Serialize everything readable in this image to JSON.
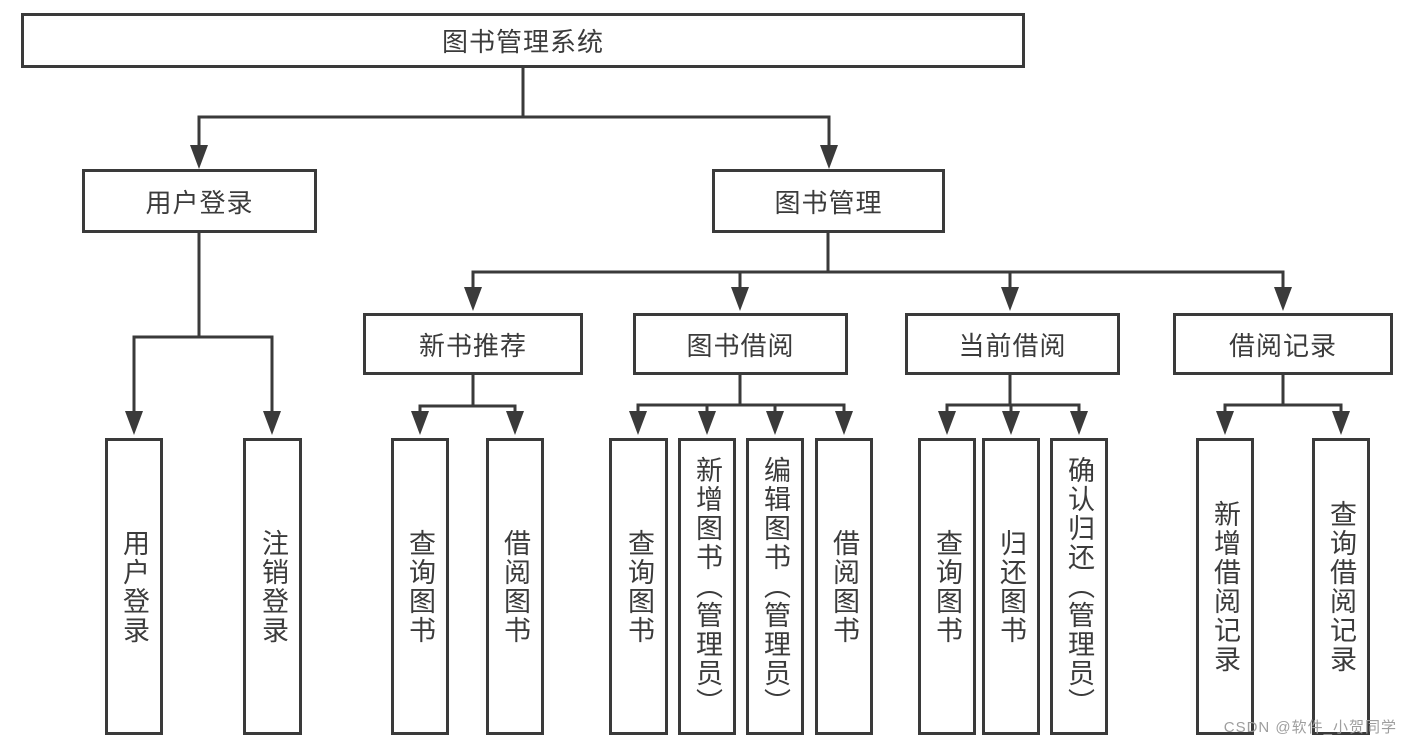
{
  "colors": {
    "line": "#3a3a3a",
    "box_border": "#3a3a3a",
    "text": "#3b3b3b",
    "watermark": "#9e9e9e",
    "background": "#ffffff"
  },
  "tree": {
    "label": "图书管理系统",
    "children": [
      {
        "label": "用户登录",
        "children": [
          {
            "label": "用户登录"
          },
          {
            "label": "注销登录"
          }
        ]
      },
      {
        "label": "图书管理",
        "children": [
          {
            "label": "新书推荐",
            "children": [
              {
                "label": "查询图书"
              },
              {
                "label": "借阅图书"
              }
            ]
          },
          {
            "label": "图书借阅",
            "children": [
              {
                "label": "查询图书"
              },
              {
                "label": "新增图书（管理员）"
              },
              {
                "label": "编辑图书（管理员）"
              },
              {
                "label": "借阅图书"
              }
            ]
          },
          {
            "label": "当前借阅",
            "children": [
              {
                "label": "查询图书"
              },
              {
                "label": "归还图书"
              },
              {
                "label": "确认归还（管理员）"
              }
            ]
          },
          {
            "label": "借阅记录",
            "children": [
              {
                "label": "新增借阅记录"
              },
              {
                "label": "查询借阅记录"
              }
            ]
          }
        ]
      }
    ]
  },
  "watermark": {
    "text": "CSDN @软件_小贺同学"
  }
}
